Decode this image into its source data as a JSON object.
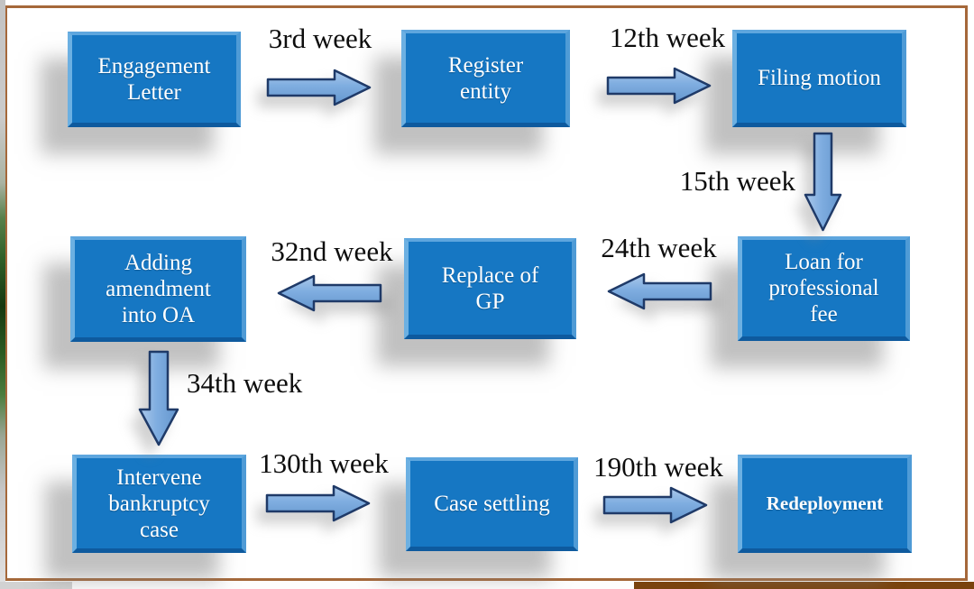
{
  "window": {
    "type": "presentation-slide",
    "frame_color": "#a5683a",
    "slide_background": "#ffffff",
    "bottom_bar_color": "#7a430e"
  },
  "diagram": {
    "type": "flowchart",
    "colors": {
      "node_fill": "#1677c3",
      "node_text": "#ffffff",
      "arrow_fill": "#7ba9dc",
      "arrow_stroke": "#1f3a68",
      "label_text": "#0d0d0d",
      "shadow": "#848484"
    },
    "nodes": [
      {
        "id": "engagement-letter",
        "label": "Engagement\nLetter"
      },
      {
        "id": "register-entity",
        "label": "Register\nentity"
      },
      {
        "id": "filing-motion",
        "label": "Filing motion"
      },
      {
        "id": "loan-professional-fee",
        "label": "Loan for\nprofessional\nfee"
      },
      {
        "id": "replace-of-gp",
        "label": "Replace of\nGP"
      },
      {
        "id": "adding-amendment-oa",
        "label": "Adding\namendment\ninto OA"
      },
      {
        "id": "intervene-bankruptcy",
        "label": "Intervene\nbankruptcy\ncase"
      },
      {
        "id": "case-settling",
        "label": "Case settling"
      },
      {
        "id": "redeployment",
        "label": "Redeployment"
      }
    ],
    "connectors": [
      {
        "from": "engagement-letter",
        "to": "register-entity",
        "direction": "right",
        "label": "3rd week"
      },
      {
        "from": "register-entity",
        "to": "filing-motion",
        "direction": "right",
        "label": "12th week"
      },
      {
        "from": "filing-motion",
        "to": "loan-professional-fee",
        "direction": "down",
        "label": "15th week"
      },
      {
        "from": "loan-professional-fee",
        "to": "replace-of-gp",
        "direction": "left",
        "label": "24th week"
      },
      {
        "from": "replace-of-gp",
        "to": "adding-amendment-oa",
        "direction": "left",
        "label": "32nd week"
      },
      {
        "from": "adding-amendment-oa",
        "to": "intervene-bankruptcy",
        "direction": "down",
        "label": "34th week"
      },
      {
        "from": "intervene-bankruptcy",
        "to": "case-settling",
        "direction": "right",
        "label": "130th week"
      },
      {
        "from": "case-settling",
        "to": "redeployment",
        "direction": "right",
        "label": "190th week"
      }
    ]
  }
}
